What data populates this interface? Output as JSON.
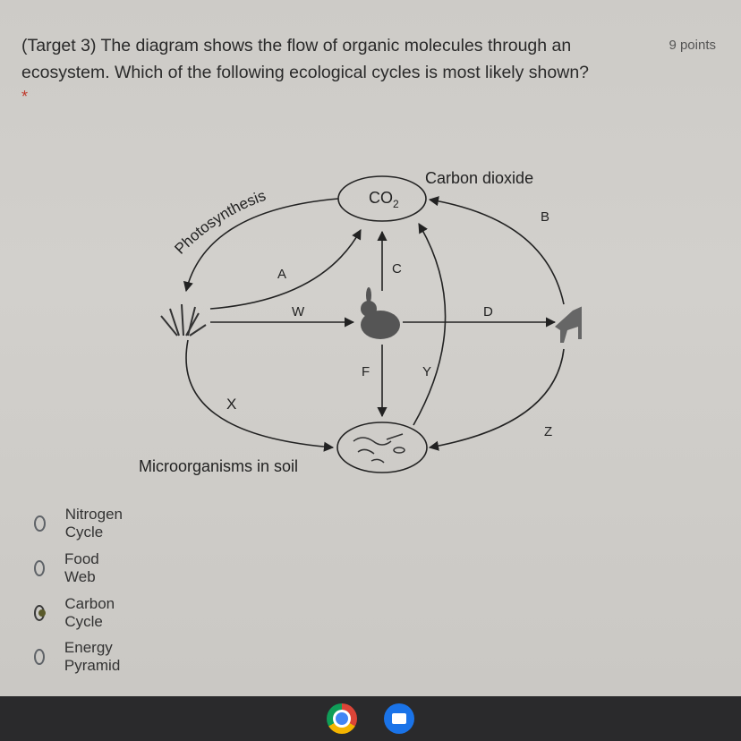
{
  "question": {
    "title": "(Target 3) The diagram shows the flow of organic molecules through an ecosystem. Which of the following ecological cycles is most likely shown?",
    "points": "9 points",
    "required_mark": "*"
  },
  "diagram": {
    "co2_label": "CO",
    "co2_sub": "2",
    "carbon_dioxide_label": "Carbon dioxide",
    "photosynthesis_label": "Photosynthesis",
    "microorganisms_label": "Microorganisms in soil",
    "arrow_labels": {
      "A": "A",
      "B": "B",
      "C": "C",
      "D": "D",
      "F": "F",
      "W": "W",
      "X": "X",
      "Y": "Y",
      "Z": "Z"
    }
  },
  "options": [
    {
      "label": "Nitrogen Cycle",
      "selected": false
    },
    {
      "label": "Food Web",
      "selected": false
    },
    {
      "label": "Carbon Cycle",
      "selected": true
    },
    {
      "label": "Energy Pyramid",
      "selected": false
    }
  ],
  "taskbar": {
    "icons": [
      "chrome-icon",
      "files-icon"
    ]
  }
}
